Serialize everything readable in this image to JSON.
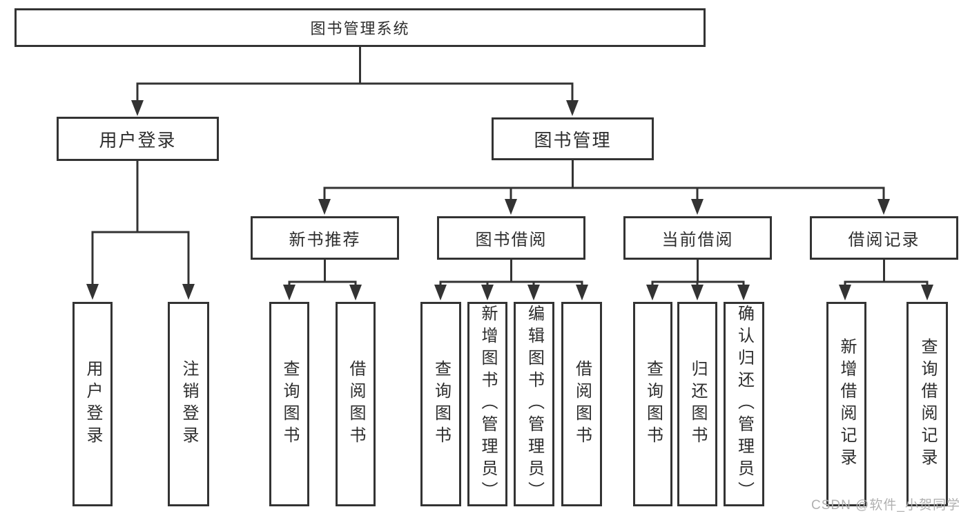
{
  "diagram": {
    "root": "图书管理系统",
    "level2": {
      "user_login": "用户登录",
      "book_management": "图书管理"
    },
    "level3": {
      "new_book_recommend": "新书推荐",
      "book_borrow": "图书借阅",
      "current_borrow": "当前借阅",
      "borrow_record": "借阅记录"
    },
    "leaves": {
      "user_login_leaf": "用户登录",
      "logout": "注销登录",
      "nbr_query_book": "查询图书",
      "nbr_borrow_book": "借阅图书",
      "bb_query_book": "查询图书",
      "bb_add_book": "新增图书（管理员）",
      "bb_edit_book": "编辑图书（管理员）",
      "bb_borrow_book": "借阅图书",
      "cb_query_book": "查询图书",
      "cb_return_book": "归还图书",
      "cb_confirm_return": "确认归还（管理员）",
      "br_add_record": "新增借阅记录",
      "br_query_record": "查询借阅记录"
    }
  },
  "watermark": "CSDN @软件_小贺同学",
  "colors": {
    "line": "#333333",
    "text": "#2d2d2d",
    "box-bg": "#ffffff",
    "page-bg": "#ffffff",
    "watermark": "#b0b0b0"
  }
}
